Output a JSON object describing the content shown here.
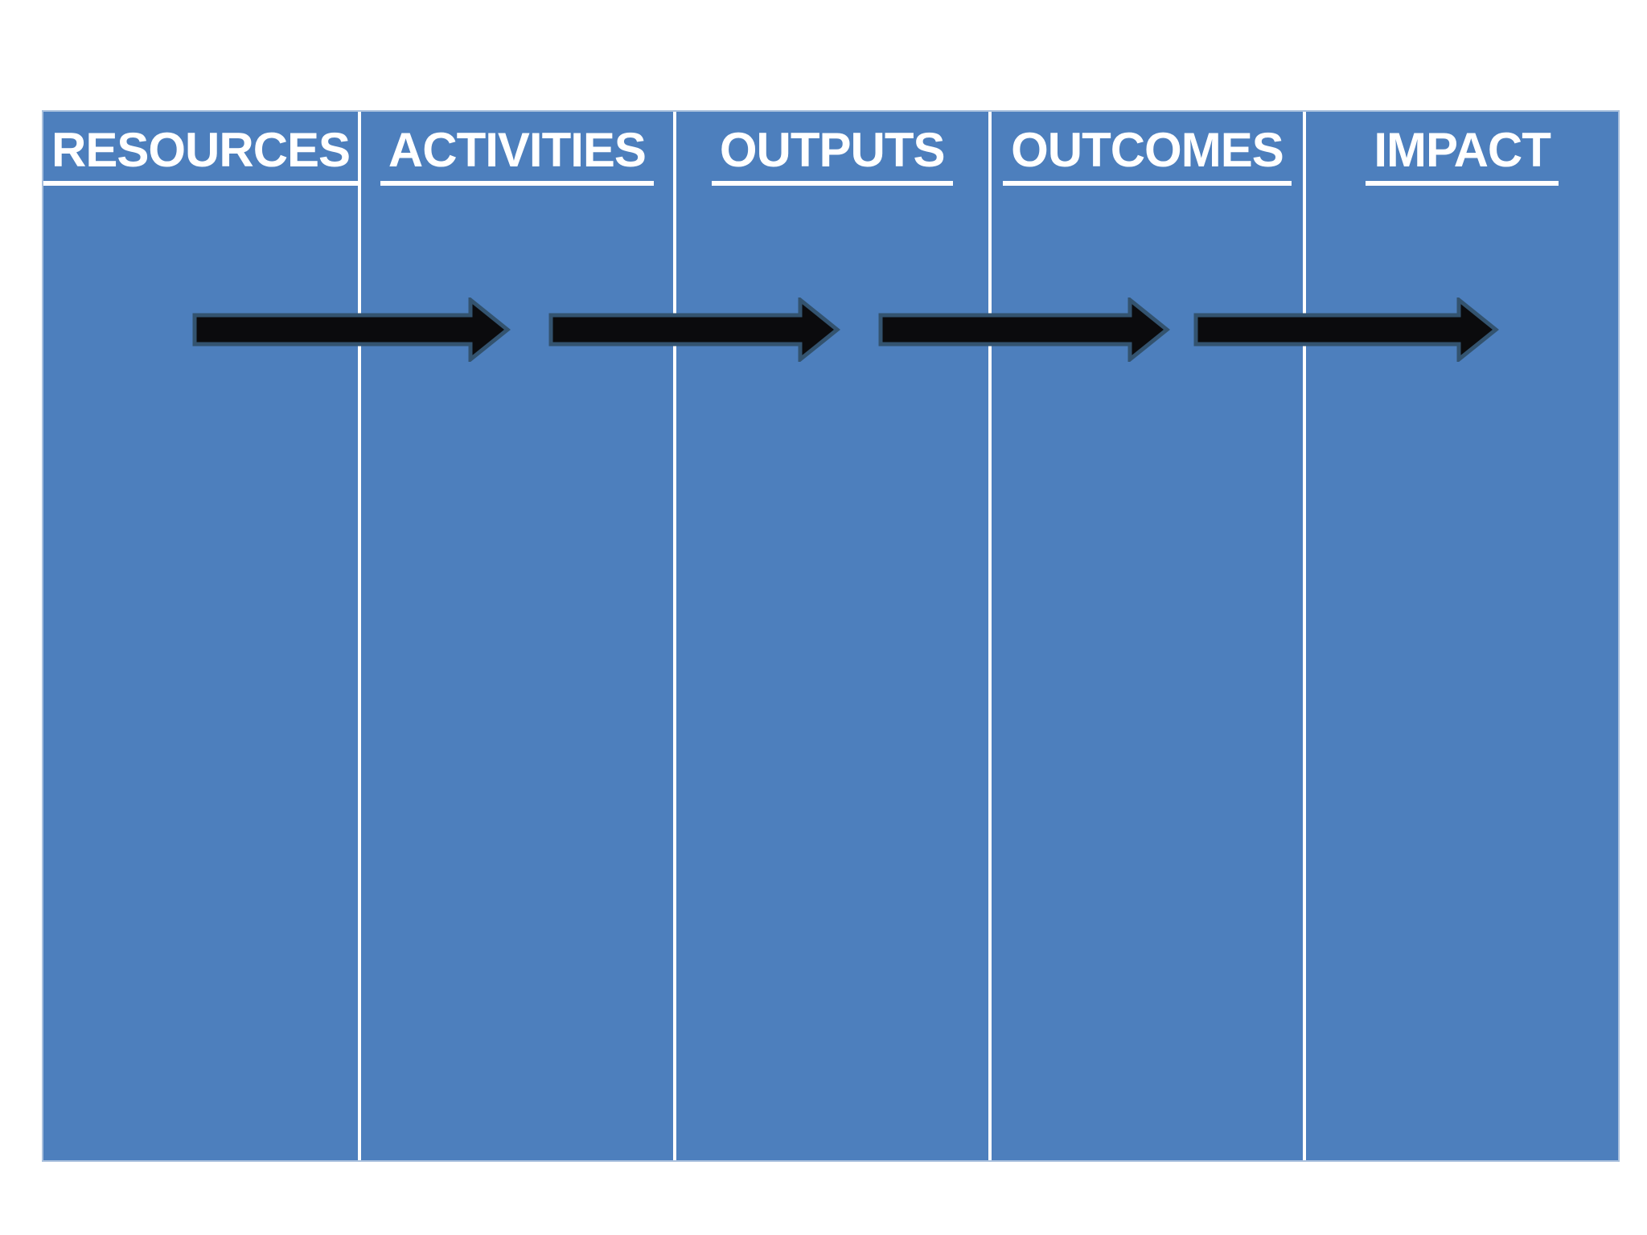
{
  "diagram": {
    "columns": [
      {
        "label": "RESOURCES"
      },
      {
        "label": "ACTIVITIES"
      },
      {
        "label": "OUTPUTS"
      },
      {
        "label": "OUTCOMES"
      },
      {
        "label": "IMPACT"
      }
    ],
    "arrows": [
      {
        "name": "right-arrow-icon"
      },
      {
        "name": "right-arrow-icon"
      },
      {
        "name": "right-arrow-icon"
      },
      {
        "name": "right-arrow-icon"
      }
    ],
    "colors": {
      "page_background": "#ffffff",
      "panel_background": "#4d7fbd",
      "panel_border": "#a9c0dd",
      "divider": "#ffffff",
      "header_text": "#ffffff",
      "arrow_fill": "#0b0b0d",
      "arrow_outline": "#33536f"
    }
  }
}
